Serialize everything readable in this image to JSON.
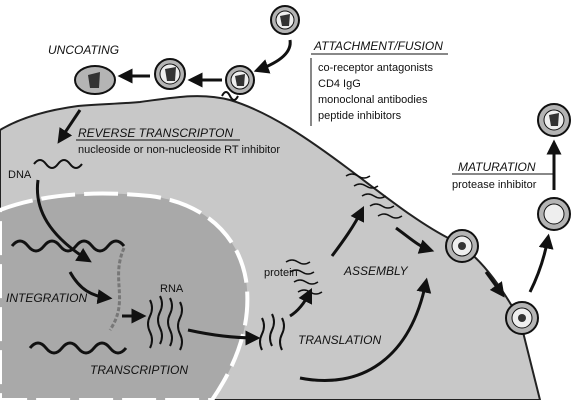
{
  "stages": {
    "uncoating": "UNCOATING",
    "attachment": "ATTACHMENT/FUSION",
    "reverse_transcription": "REVERSE TRANSCRIPTON",
    "maturation": "MATURATION",
    "assembly": "ASSEMBLY",
    "integration": "INTEGRATION",
    "transcription": "TRANSCRIPTION",
    "translation": "TRANSLATION"
  },
  "inhibitors": {
    "attachment": [
      "co-receptor antagonists",
      "CD4 IgG",
      "monoclonal antibodies",
      "peptide inhibitors"
    ],
    "reverse_transcription": "nucleoside or non-nucleoside RT inhibitor",
    "maturation": "protease inhibitor"
  },
  "molecules": {
    "dna": "DNA",
    "rna": "RNA",
    "protein": "protein"
  },
  "colors": {
    "cell": "#c8c8c8",
    "nucleus": "#a9a9a9",
    "outline": "#222222",
    "virion": "#b4b4b4"
  }
}
